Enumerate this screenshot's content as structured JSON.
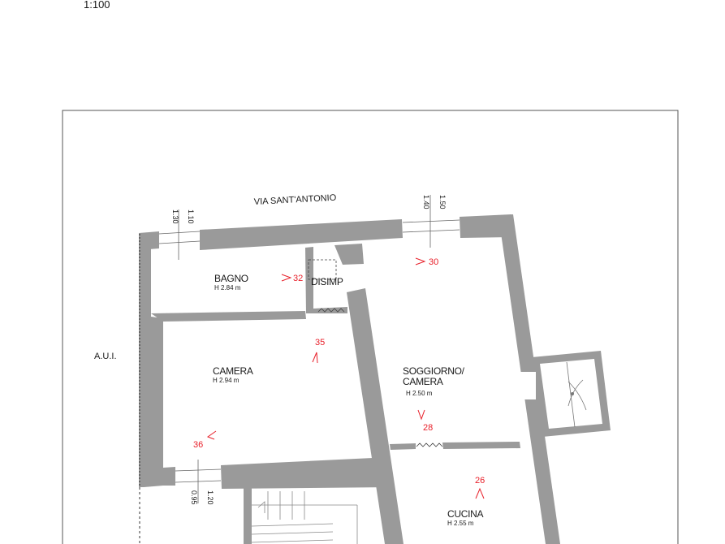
{
  "scale": "1:100",
  "street": "VIA SANT'ANTONIO",
  "aui": "A.U.I.",
  "rooms": {
    "bagno": {
      "name": "BAGNO",
      "height": "H 2.84 m"
    },
    "disimp": {
      "name": "DISIMP"
    },
    "camera": {
      "name": "CAMERA",
      "height": "H 2.94 m"
    },
    "soggiorno": {
      "name1": "SOGGIORNO/",
      "name2": "CAMERA",
      "height": "H 2.50 m"
    },
    "cucina": {
      "name": "CUCINA",
      "height": "H 2.55 m"
    }
  },
  "dimensions": {
    "w1_a": "1.10",
    "w1_b": "1.30",
    "w2_a": "1.50",
    "w2_b": "1.40",
    "w3_a": "1.20",
    "w3_b": "0.95"
  },
  "markers": {
    "m32": "32",
    "m30": "30",
    "m35": "35",
    "m36": "36",
    "m28": "28",
    "m26": "26"
  },
  "colors": {
    "wall": "#9a9a9a",
    "marker": "#e8202a"
  }
}
